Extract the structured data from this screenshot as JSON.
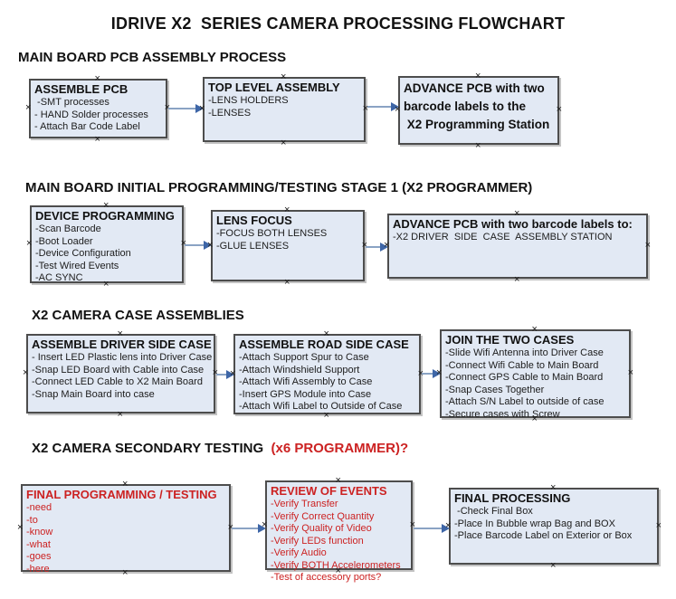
{
  "title": "IDRIVE X2  SERIES CAMERA PROCESSING FLOWCHART",
  "colors": {
    "accent_red": "#cc2222",
    "box_fill": "#e2e9f4",
    "box_border": "#4d4d4d",
    "arrow_line": "#8aa3c4",
    "arrow_head": "#3e66a7"
  },
  "icons": {
    "connection_handle": "×",
    "arrow_right": "→"
  },
  "sections": [
    {
      "header": "MAIN BOARD PCB ASSEMBLY PROCESS",
      "header_red": "",
      "boxes": [
        {
          "heading": "ASSEMBLE PCB",
          "lines": [
            " -SMT processes",
            "- HAND Solder processes",
            "- Attach Bar Code Label"
          ]
        },
        {
          "heading": "TOP LEVEL ASSEMBLY",
          "lines": [
            "-LENS HOLDERS",
            "-LENSES"
          ]
        },
        {
          "heading": "ADVANCE PCB with two",
          "lines": [
            "barcode labels to the",
            " X2 Programming Station"
          ]
        }
      ]
    },
    {
      "header": "MAIN BOARD INITIAL PROGRAMMING/TESTING STAGE 1 (X2 PROGRAMMER)",
      "header_red": "",
      "boxes": [
        {
          "heading": "DEVICE PROGRAMMING",
          "lines": [
            "-Scan Barcode",
            "-Boot Loader",
            "-Device Configuration",
            "-Test Wired Events",
            "-AC SYNC"
          ]
        },
        {
          "heading": "LENS FOCUS",
          "lines": [
            "-FOCUS BOTH LENSES",
            "-GLUE LENSES"
          ]
        },
        {
          "heading": "ADVANCE PCB with two barcode labels to:",
          "lines": [
            "-X2 DRIVER  SIDE  CASE  ASSEMBLY STATION"
          ]
        }
      ]
    },
    {
      "header": "X2 CAMERA CASE ASSEMBLIES",
      "header_red": "",
      "boxes": [
        {
          "heading": "ASSEMBLE DRIVER SIDE CASE",
          "lines": [
            "- Insert LED Plastic lens into Driver Case",
            "-Snap LED Board with Cable into Case",
            "-Connect LED Cable to X2 Main Board",
            "-Snap Main Board into case"
          ]
        },
        {
          "heading": "ASSEMBLE ROAD SIDE CASE",
          "lines": [
            "-Attach Support Spur to Case",
            "-Attach Windshield Support",
            "-Attach Wifi Assembly to Case",
            "-Insert GPS Module into Case",
            "-Attach Wifi Label to Outside of Case"
          ]
        },
        {
          "heading": "JOIN THE TWO CASES",
          "lines": [
            "-Slide Wifi Antenna into Driver Case",
            "-Connect Wifi Cable to Main Board",
            "-Connect GPS Cable to Main Board",
            "-Snap Cases Together",
            "-Attach S/N Label to outside of case",
            "-Secure cases with Screw"
          ]
        }
      ]
    },
    {
      "header": "X2 CAMERA SECONDARY TESTING ",
      "header_red": " (x6 PROGRAMMER)?",
      "boxes": [
        {
          "heading": "FINAL PROGRAMMING / TESTING",
          "lines": [
            "-need",
            "-to",
            "-know",
            "-what",
            "-goes",
            "-here"
          ]
        },
        {
          "heading": "REVIEW OF EVENTS",
          "lines": [
            "-Verify Transfer",
            "-Verify Correct Quantity",
            "-Verify Quality of Video",
            "-Verify LEDs function",
            "-Verify Audio",
            "-Verify BOTH Accelerometers",
            "-Test of accessory ports?"
          ]
        },
        {
          "heading": "FINAL PROCESSING",
          "lines": [
            " -Check Final Box",
            "-Place In Bubble wrap Bag and BOX",
            "-Place Barcode Label on Exterior or Box"
          ]
        }
      ]
    }
  ]
}
